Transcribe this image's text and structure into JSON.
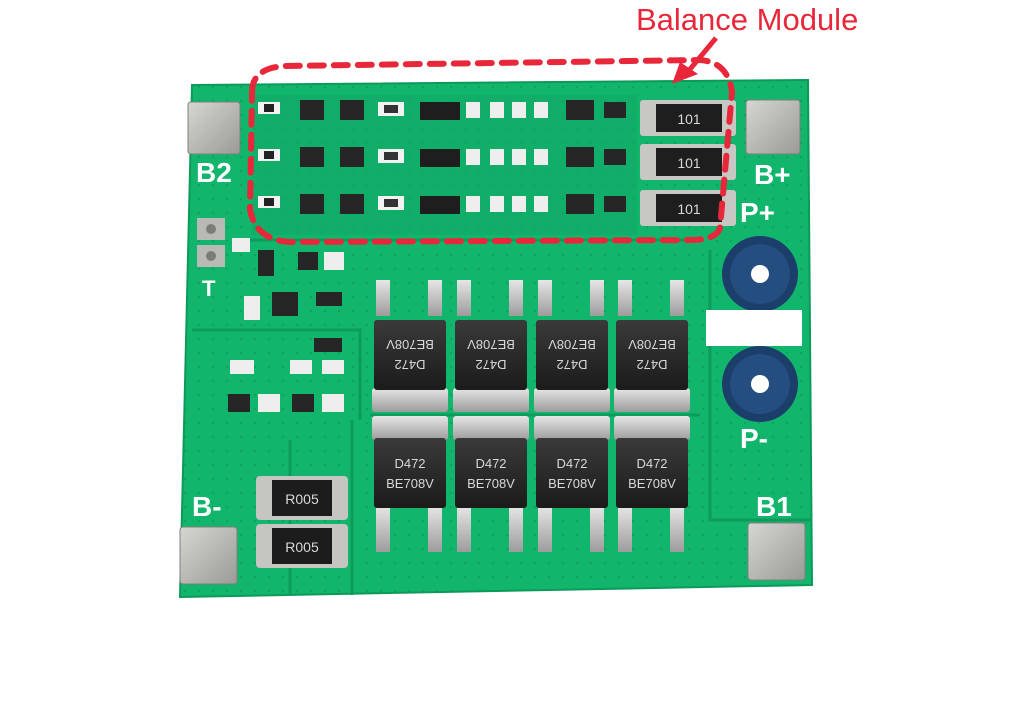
{
  "annotation": {
    "title": "Balance Module",
    "accent_color": "#e8283a"
  },
  "board": {
    "pcb_color": "#12b56c",
    "pad_labels": {
      "b2": "B2",
      "b_plus": "B+",
      "p_plus": "P+",
      "p_minus": "P-",
      "b_minus": "B-",
      "b1": "B1",
      "t": "T"
    },
    "balance_resistor_marking": "101",
    "shunt_resistor_marking": "R005",
    "mosfet_marking_line1": "D472",
    "mosfet_marking_line2": "BE708V"
  }
}
